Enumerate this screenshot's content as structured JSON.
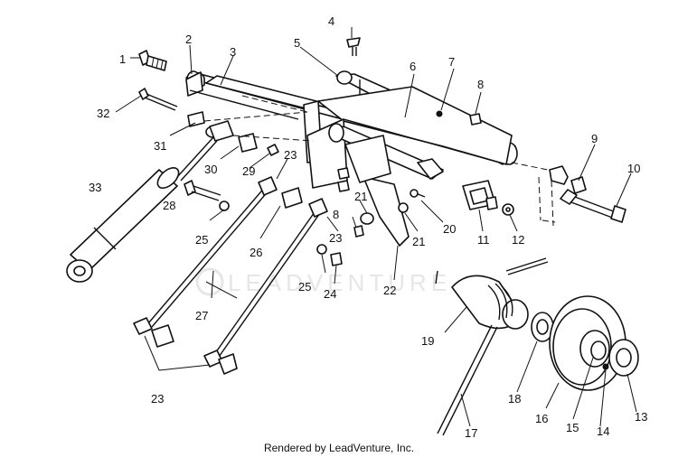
{
  "watermark": "LEADVENTURE",
  "footer": "Rendered by LeadVenture, Inc.",
  "callouts": {
    "c1": "1",
    "c2": "2",
    "c3": "3",
    "c4": "4",
    "c5": "5",
    "c6": "6",
    "c7": "7",
    "c8a": "8",
    "c8b": "8",
    "c9": "9",
    "c10": "10",
    "c11": "11",
    "c12": "12",
    "c13": "13",
    "c14": "14",
    "c15": "15",
    "c16": "16",
    "c17": "17",
    "c18": "18",
    "c19": "19",
    "c20": "20",
    "c21a": "21",
    "c21b": "21",
    "c22": "22",
    "c23a": "23",
    "c23b": "23",
    "c23c": "23",
    "c24": "24",
    "c25a": "25",
    "c25b": "25",
    "c26": "26",
    "c27": "27",
    "c28": "28",
    "c29": "29",
    "c30": "30",
    "c31": "31",
    "c32": "32",
    "c33": "33"
  }
}
